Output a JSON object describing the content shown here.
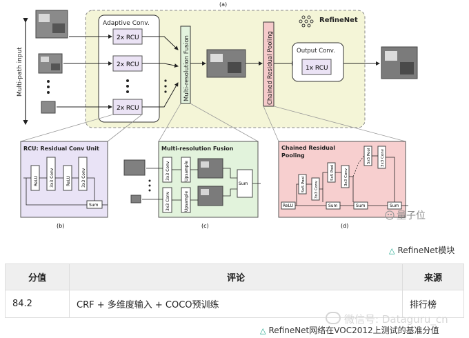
{
  "figure": {
    "panel_labels": {
      "a": "(a)",
      "b": "(b)",
      "c": "(c)",
      "d": "(d)"
    },
    "left_axis_label": "Multi-path input",
    "adaptive_conv": {
      "title": "Adaptive Conv.",
      "rcu_label": "2x RCU"
    },
    "fusion_label": "Multi-resolution Fusion",
    "crp_label": "Chained Residual Pooling",
    "output_conv": {
      "title": "Output Conv.",
      "rcu_label": "1x RCU"
    },
    "brand": "RefineNet",
    "rcu_panel": {
      "title": "RCU: Residual Conv Unit",
      "relu": "ReLU",
      "conv": "3x3 Conv",
      "sum": "Sum"
    },
    "mrf_panel": {
      "title": "Multi-resolution Fusion",
      "conv": "3x3 Conv",
      "upsample": "Upsample",
      "sum": "Sum"
    },
    "crp_panel": {
      "title_line1": "Chained Residual",
      "title_line2": "Pooling",
      "relu": "ReLU",
      "pool": "5x5 Pool",
      "conv": "3x3 Conv",
      "sum": "Sum"
    },
    "watermark_logo": "量子位"
  },
  "caption_module": "RefineNet模块",
  "table": {
    "headers": [
      "分值",
      "评论",
      "来源"
    ],
    "rows": [
      [
        "84.2",
        "CRF + 多维度输入 + COCO预训练",
        "排行榜"
      ]
    ]
  },
  "caption_bottom": "RefineNet网络在VOC2012上测试的基准分值",
  "watermark_bottom": "微信号: Dataguru_cn"
}
